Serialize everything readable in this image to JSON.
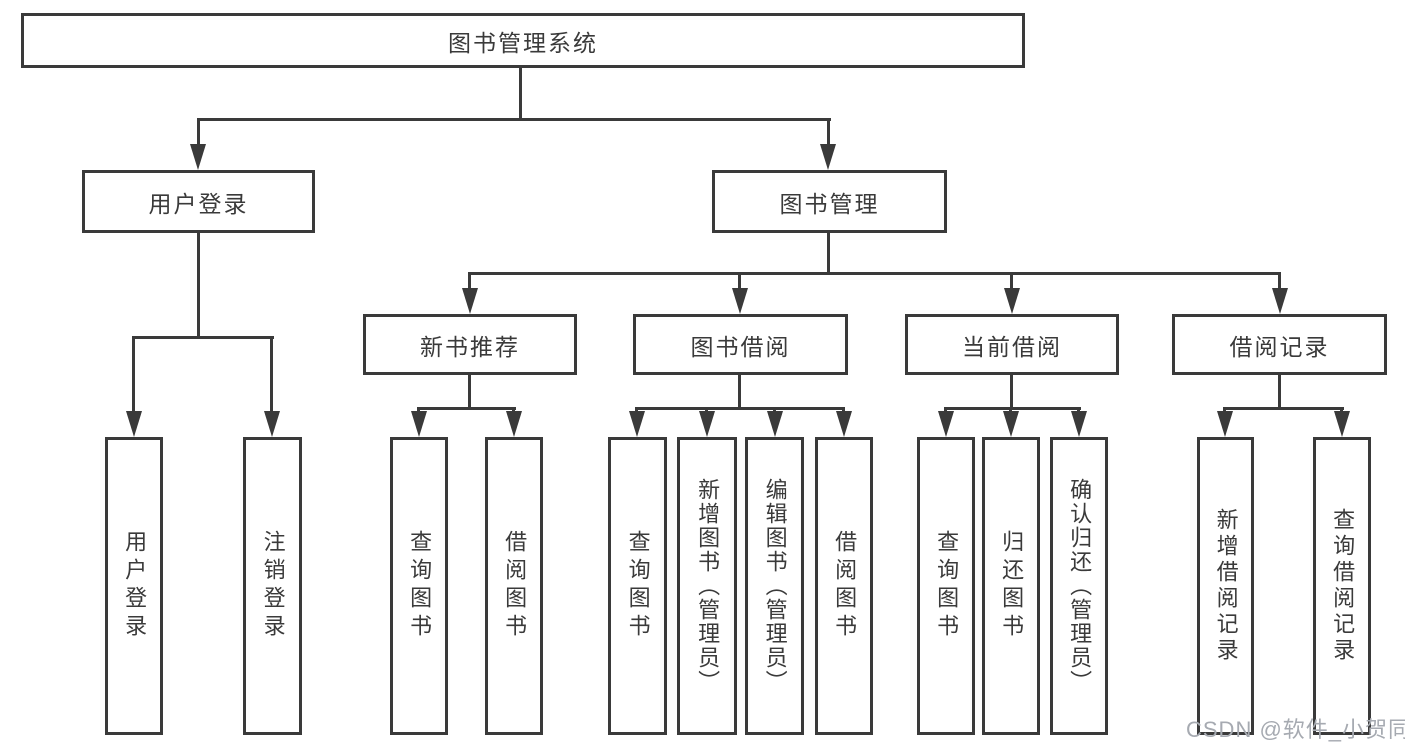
{
  "diagram": {
    "type": "tree",
    "background": "#ffffff",
    "line_color": "#3a3a3a",
    "text_color": "#3a3a3a",
    "watermark_color": "#a6aab1",
    "nodes": {
      "root": "图书管理系统",
      "user_login_branch": "用户登录",
      "book_mgmt_branch": "图书管理",
      "new_book_rec": "新书推荐",
      "book_borrow": "图书借阅",
      "current_borrow": "当前借阅",
      "borrow_records": "借阅记录",
      "leaf_user_login": "用户登录",
      "leaf_logout": "注销登录",
      "leaf_query_books_rec": "查询图书",
      "leaf_borrow_books_rec": "借阅图书",
      "leaf_query_books_borrow": "查询图书",
      "leaf_add_books_admin": "新增图书（管理员）",
      "leaf_edit_books_admin": "编辑图书（管理员）",
      "leaf_borrow_books_borrow": "借阅图书",
      "leaf_query_books_current": "查询图书",
      "leaf_return_books": "归还图书",
      "leaf_confirm_return_admin": "确认归还（管理员）",
      "leaf_add_borrow_record": "新增借阅记录",
      "leaf_query_borrow_record": "查询借阅记录"
    },
    "watermark": "CSDN @软件_小贺同学"
  }
}
